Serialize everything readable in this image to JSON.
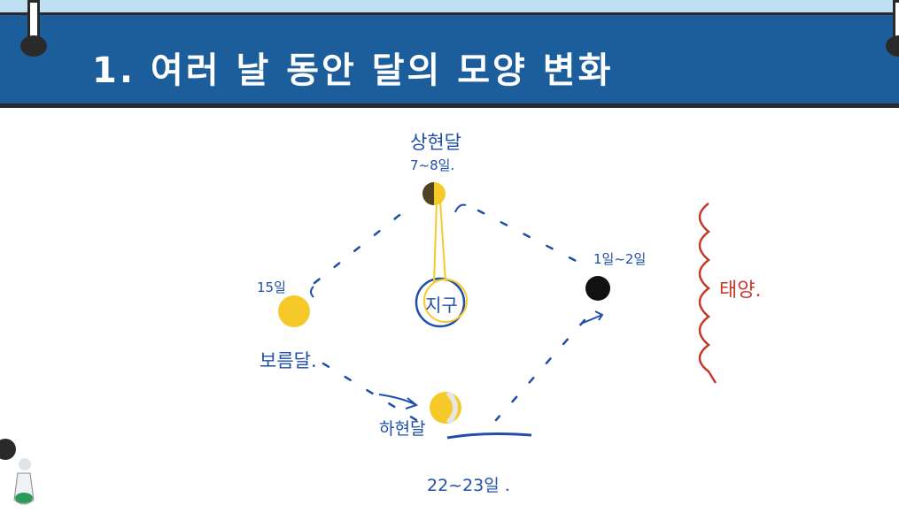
{
  "header": {
    "title": "1. 여러 날 동안 달의 모양 변화"
  },
  "diagram": {
    "earth_label": "지구",
    "sun_label": "태양.",
    "phases": [
      {
        "name": "상현달",
        "day_label": "7~8일."
      },
      {
        "name": "",
        "day_label": "1일~2일"
      },
      {
        "name": "보름달.",
        "day_label": "15일"
      },
      {
        "name": "하현달",
        "day_label": "22~23일 ."
      }
    ]
  },
  "colors": {
    "banner_bg": "#1c5e9c",
    "ink_blue": "#1f4fa8",
    "moon_yellow": "#f7c928",
    "sun_red": "#c8372a",
    "new_moon": "#111111"
  }
}
